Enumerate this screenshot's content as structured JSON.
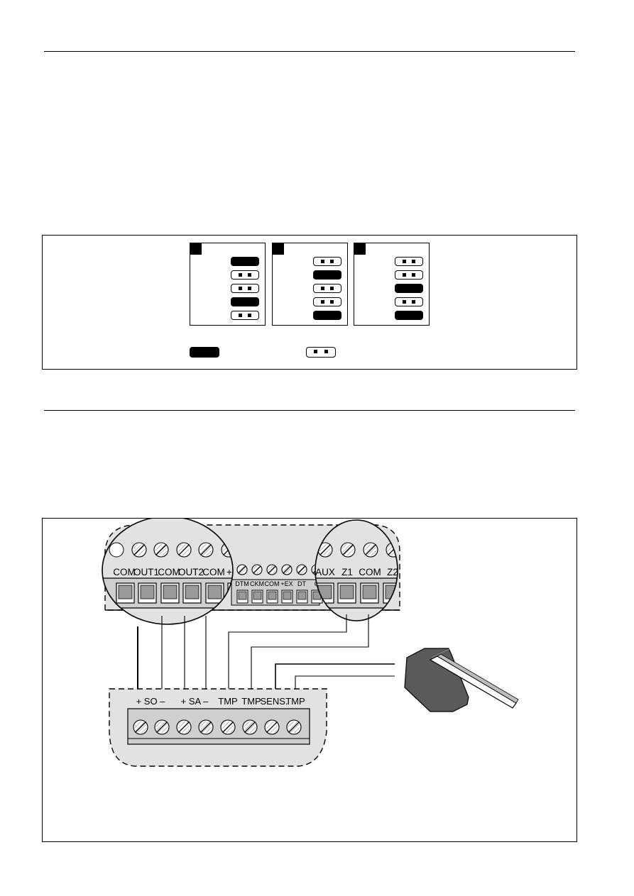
{
  "jumper_figure": {
    "configs": [
      {
        "states": [
          "closed",
          "open",
          "open",
          "closed",
          "open"
        ]
      },
      {
        "states": [
          "open",
          "closed",
          "open",
          "open",
          "closed"
        ]
      },
      {
        "states": [
          "open",
          "open",
          "closed",
          "open",
          "closed"
        ]
      }
    ]
  },
  "wiring_figure": {
    "panel_labels_left": [
      "COM",
      "OUT1",
      "COM",
      "OUT2",
      "COM",
      "+KP"
    ],
    "panel_labels_mid": [
      "DTM",
      "CKM",
      "COM",
      "+EX",
      "DT",
      "C"
    ],
    "panel_labels_right": [
      "AUX",
      "Z1",
      "COM",
      "Z2"
    ],
    "siren_labels": [
      "+ SO –",
      "+ SA –",
      "TMP",
      "TMP",
      "SENS.",
      "TMP"
    ]
  }
}
